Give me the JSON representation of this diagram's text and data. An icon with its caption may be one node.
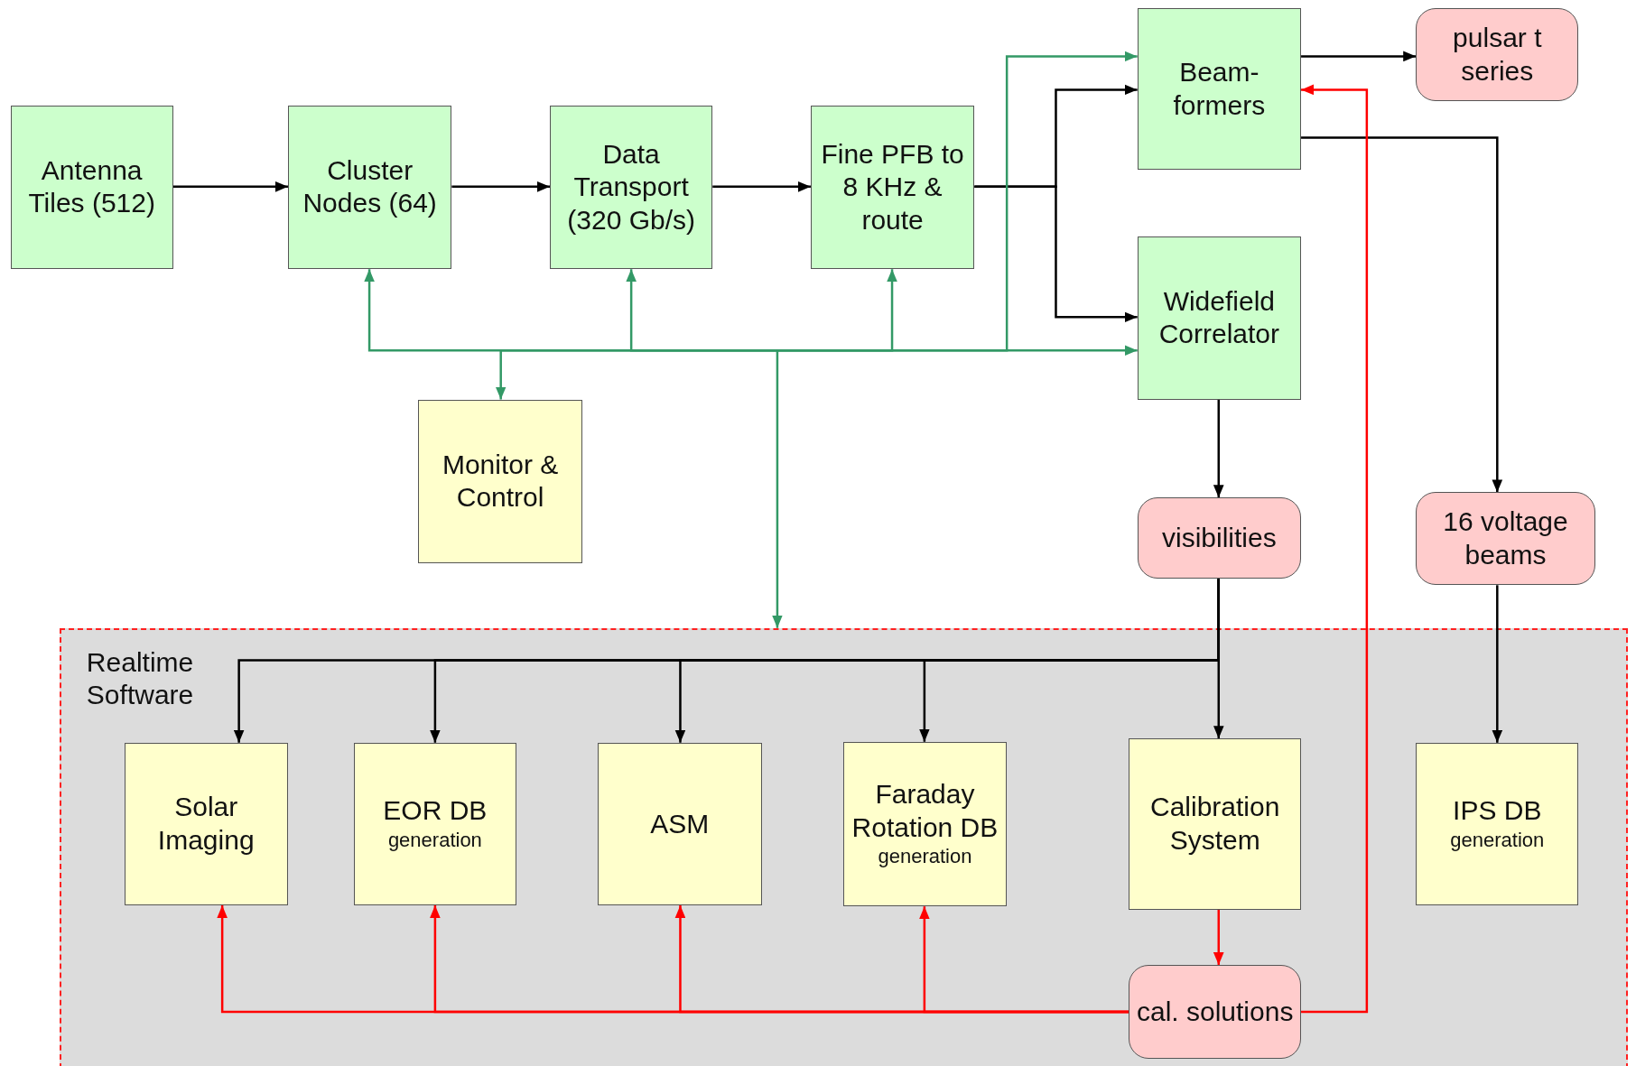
{
  "diagram": {
    "nodes": [
      {
        "text": [
          "Antenna Tiles (512)"
        ]
      },
      {
        "text": [
          "Cluster Nodes (64)"
        ]
      },
      {
        "text": [
          "Data Transport (320 Gb/s)"
        ]
      },
      {
        "text": [
          "Fine PFB to 8 KHz & route"
        ]
      },
      {
        "text": [
          "Beam-formers"
        ]
      },
      {
        "text": [
          "pulsar t series"
        ]
      },
      {
        "text": [
          "Widefield Correlator"
        ]
      },
      {
        "text": [
          "Monitor & Control"
        ]
      },
      {
        "text": [
          "visibilities"
        ]
      },
      {
        "text": [
          "16 voltage beams"
        ]
      },
      {
        "text": [
          "Realtime Software"
        ]
      },
      {
        "text": [
          "Solar Imaging"
        ],
        "in": 10
      },
      {
        "text": [
          "EOR DB",
          "generation"
        ],
        "in": 10
      },
      {
        "text": [
          "ASM"
        ],
        "in": 10
      },
      {
        "text": [
          "Faraday Rotation DB",
          "generation"
        ],
        "in": 10
      },
      {
        "text": [
          "Calibration System"
        ],
        "in": 10
      },
      {
        "text": [
          "IPS DB",
          "generation"
        ],
        "in": 10
      },
      {
        "text": [
          "cal. solutions"
        ],
        "in": 10
      }
    ],
    "edges": [
      {
        "from": 0,
        "to": 1,
        "arrow": "to"
      },
      {
        "from": 1,
        "to": 2,
        "arrow": "to"
      },
      {
        "from": 2,
        "to": 3,
        "arrow": "to"
      },
      {
        "from": 3,
        "to": 4,
        "arrow": "to"
      },
      {
        "from": 3,
        "to": 6,
        "arrow": "to"
      },
      {
        "from": 4,
        "to": 5,
        "arrow": "to"
      },
      {
        "from": 4,
        "to": 9,
        "arrow": "to"
      },
      {
        "from": 6,
        "to": 8,
        "arrow": "to"
      },
      {
        "from": 9,
        "to": 16,
        "arrow": "to"
      },
      {
        "from": 8,
        "to": 11,
        "arrow": "to"
      },
      {
        "from": 8,
        "to": 12,
        "arrow": "to"
      },
      {
        "from": 8,
        "to": 13,
        "arrow": "to"
      },
      {
        "from": 8,
        "to": 14,
        "arrow": "to"
      },
      {
        "from": 8,
        "to": 15,
        "arrow": "to"
      },
      {
        "from": 15,
        "to": 17,
        "arrow": "to",
        "color": "#ff0000"
      },
      {
        "from": 17,
        "to": 11,
        "arrow": "to",
        "color": "#ff0000"
      },
      {
        "from": 17,
        "to": 12,
        "arrow": "to",
        "color": "#ff0000"
      },
      {
        "from": 17,
        "to": 13,
        "arrow": "to",
        "color": "#ff0000"
      },
      {
        "from": 17,
        "to": 14,
        "arrow": "to",
        "color": "#ff0000"
      },
      {
        "from": 17,
        "to": 4,
        "arrow": "to",
        "color": "#ff0000"
      },
      {
        "from": null,
        "to": 1,
        "arrow": "to",
        "color": "#339966"
      },
      {
        "from": null,
        "to": 2,
        "arrow": "to",
        "color": "#339966"
      },
      {
        "from": null,
        "to": 3,
        "arrow": "to",
        "color": "#339966"
      },
      {
        "from": null,
        "to": 7,
        "arrow": "to",
        "color": "#339966"
      },
      {
        "from": null,
        "to": 6,
        "arrow": "to",
        "color": "#339966"
      },
      {
        "from": null,
        "to": 4,
        "arrow": "to",
        "color": "#339966"
      },
      {
        "from": null,
        "to": 10,
        "arrow": "to",
        "color": "#339966"
      }
    ]
  }
}
